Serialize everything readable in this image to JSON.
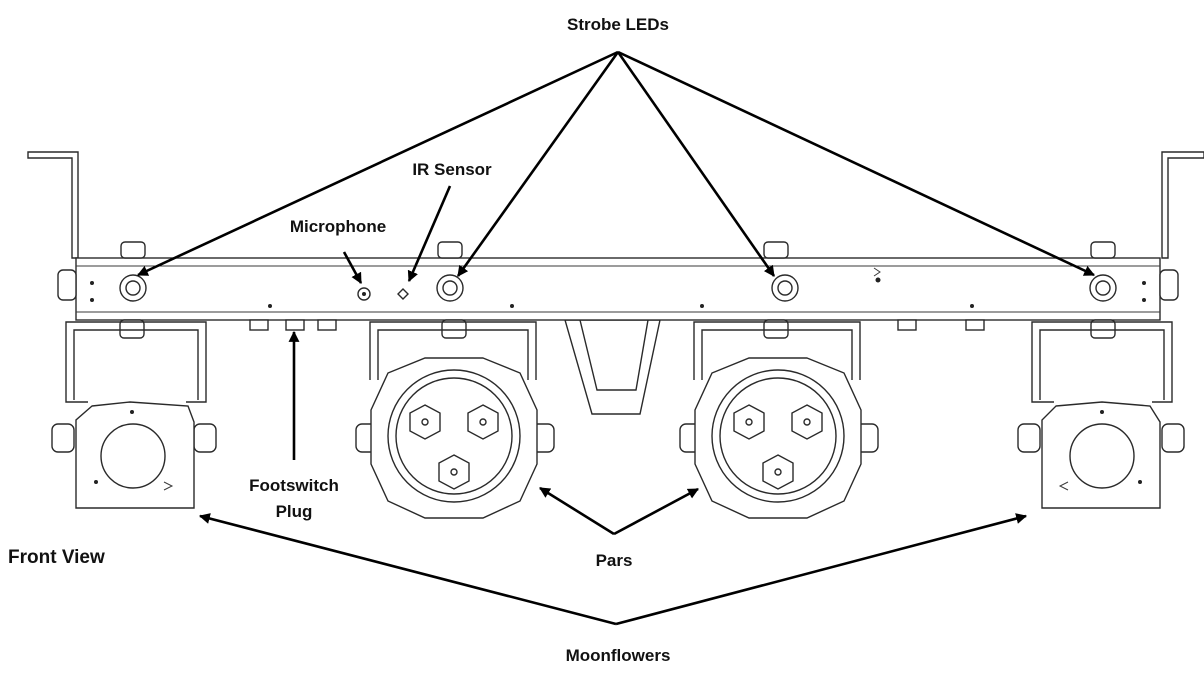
{
  "labels": {
    "title": "Front View",
    "strobe_leds": "Strobe LEDs",
    "ir_sensor": "IR Sensor",
    "microphone": "Microphone",
    "footswitch_line1": "Footswitch",
    "footswitch_line2": "Plug",
    "pars": "Pars",
    "moonflowers": "Moonflowers"
  },
  "colors": {
    "line": "#2a2a2a",
    "arrow": "#000000",
    "background": "#ffffff"
  }
}
